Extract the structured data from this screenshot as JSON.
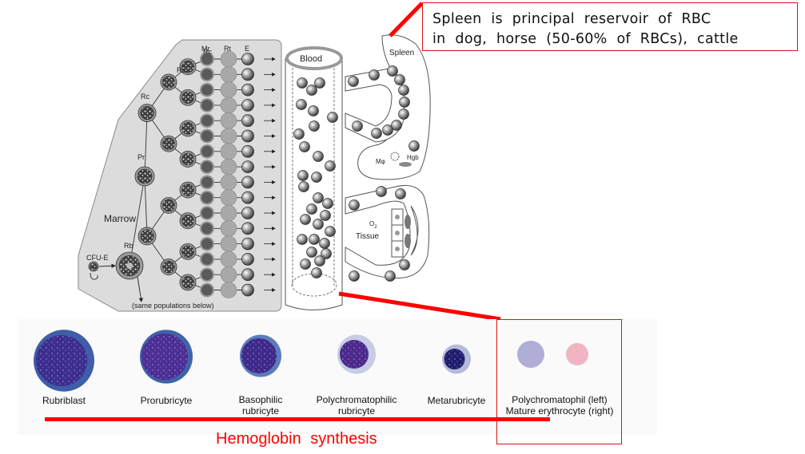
{
  "callout": {
    "line1": "Spleen is principal reservoir of RBC",
    "line2": "in dog, horse (50-60% of RBCs), cattle"
  },
  "diagram": {
    "marrow_label": "Marrow",
    "stage_labels": {
      "cfu": "CFU-E",
      "rb": "Rb",
      "pr": "Pr",
      "rc1": "Rc",
      "rc2": "Rc",
      "rc3": "Rc",
      "mr": "Mr",
      "rt": "Rt",
      "e": "E"
    },
    "same_populations_note": "(same populations below)",
    "blood_label": "Blood",
    "spleen_label": "Spleen",
    "macrophage_label": "Mφ",
    "hgb_label": "Hgb",
    "tissue_label": "Tissue",
    "o2_label": "O",
    "o2_sub": "2"
  },
  "cells": [
    {
      "label_lines": [
        "Rubriblast"
      ],
      "colors": {
        "cyto": "#3f5ea8",
        "nuc": "#3a2f8f"
      }
    },
    {
      "label_lines": [
        "Prorubricyte"
      ],
      "colors": {
        "cyto": "#3f63a8",
        "nuc": "#4a2f94"
      }
    },
    {
      "label_lines": [
        "Basophilic",
        "rubricyte"
      ],
      "colors": {
        "cyto": "#5c7cbc",
        "nuc": "#3c2a8a"
      }
    },
    {
      "label_lines": [
        "Polychromatophilic",
        "rubricyte"
      ],
      "colors": {
        "cyto": "#c6cde4",
        "nuc": "#4a2a8c"
      }
    },
    {
      "label_lines": [
        "Metarubricyte"
      ],
      "colors": {
        "cyto": "#b4bad8",
        "nuc": "#1d1f6e"
      }
    },
    {
      "label_lines": [
        "Polychromatophil (left)",
        "Mature erythrocyte (right)"
      ],
      "colors": {
        "left": "#b0aed6",
        "right": "#f0b4c4"
      }
    }
  ],
  "hemoglobin_label": "Hemoglobin  synthesis",
  "colors": {
    "accent_red": "#ff0000",
    "box_red": "#e01010"
  }
}
